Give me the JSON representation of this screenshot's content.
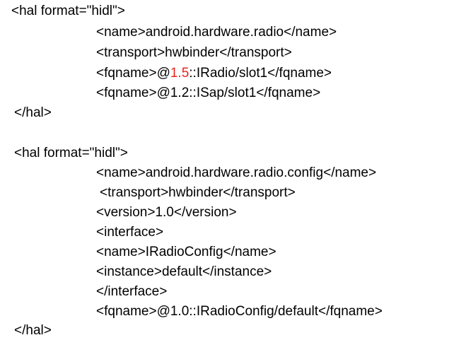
{
  "colors": {
    "text": "#000000",
    "highlight": "#e8241c",
    "background": "#ffffff"
  },
  "block1": {
    "open": "<hal format=\"hidl\">",
    "name": "<name>android.hardware.radio</name>",
    "transport": "<transport>hwbinder</transport>",
    "fqname1": {
      "prefix": "<fqname>@",
      "version": "1.5",
      "suffix": "::IRadio/slot1</fqname>"
    },
    "fqname2": "<fqname>@1.2::ISap/slot1</fqname>",
    "close": "</hal>"
  },
  "block2": {
    "open": "<hal format=\"hidl\">",
    "name": "<name>android.hardware.radio.config</name>",
    "transport": "<transport>hwbinder</transport>",
    "version": "<version>1.0</version>",
    "interface_open": "<interface>",
    "interface_name": "<name>IRadioConfig</name>",
    "instance": "<instance>default</instance>",
    "interface_close": "</interface>",
    "fqname": "<fqname>@1.0::IRadioConfig/default</fqname>",
    "close": "</hal>"
  }
}
